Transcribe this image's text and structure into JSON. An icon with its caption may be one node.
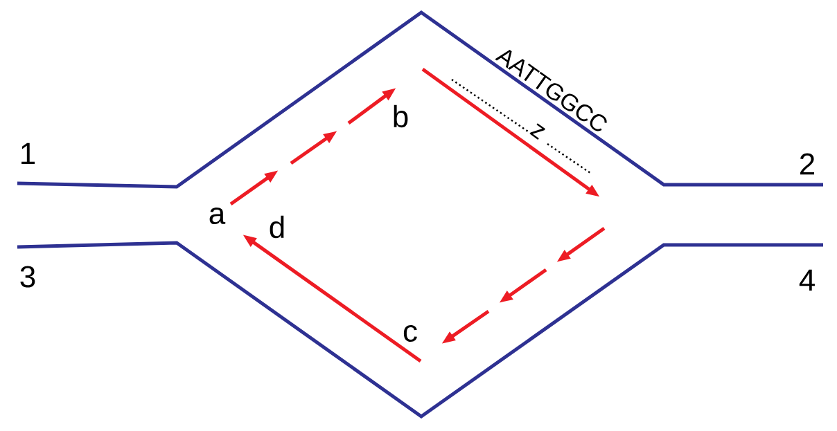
{
  "diagram": {
    "labels": [
      "AATTGGCC",
      "b",
      "z",
      "1",
      "2",
      "a",
      "d",
      "3",
      "4",
      "c"
    ]
  }
}
